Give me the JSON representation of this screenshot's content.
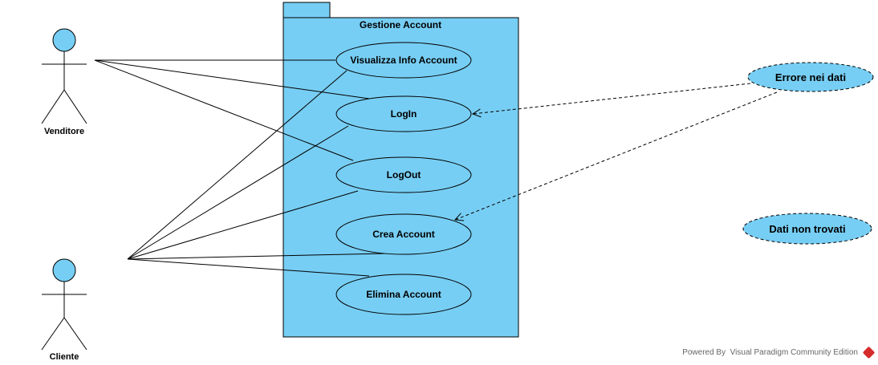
{
  "package": {
    "title": "Gestione Account",
    "fill": "#77cef4"
  },
  "actors": [
    {
      "id": "venditore",
      "label": "Venditore"
    },
    {
      "id": "cliente",
      "label": "Cliente"
    }
  ],
  "use_cases": [
    {
      "id": "visualizza",
      "label": "Visualizza Info Account"
    },
    {
      "id": "login",
      "label": "LogIn"
    },
    {
      "id": "logout",
      "label": "LogOut"
    },
    {
      "id": "crea",
      "label": "Crea Account"
    },
    {
      "id": "elimina",
      "label": "Elimina Account"
    }
  ],
  "external_cases": [
    {
      "id": "errore",
      "label": "Errore nei dati"
    },
    {
      "id": "dati",
      "label": "Dati non trovati"
    }
  ],
  "associations": [
    {
      "from": "venditore",
      "to": "visualizza"
    },
    {
      "from": "venditore",
      "to": "login"
    },
    {
      "from": "venditore",
      "to": "logout"
    },
    {
      "from": "cliente",
      "to": "visualizza"
    },
    {
      "from": "cliente",
      "to": "login"
    },
    {
      "from": "cliente",
      "to": "logout"
    },
    {
      "from": "cliente",
      "to": "crea"
    },
    {
      "from": "cliente",
      "to": "elimina"
    }
  ],
  "dependencies": [
    {
      "from": "errore",
      "to": "login"
    },
    {
      "from": "errore",
      "to": "crea"
    }
  ],
  "footer": {
    "text": "Powered By Visual Paradigm Community Edition"
  },
  "colors": {
    "usecase_fill": "#77cef4",
    "stroke": "#000000"
  }
}
